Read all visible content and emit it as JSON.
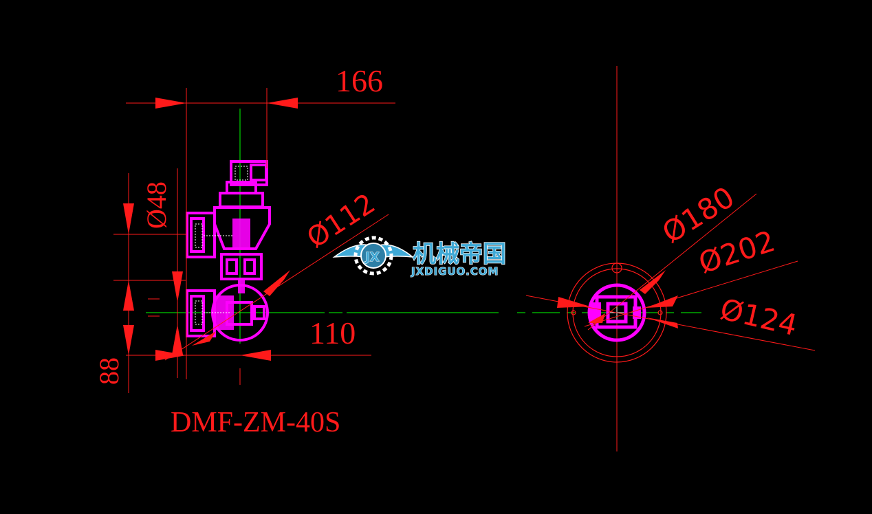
{
  "colors": {
    "background": "#000000",
    "dimension": "#ff1a1a",
    "part": "#ff00ff",
    "centerline": "#00ff00",
    "watermark": "#3fa9d6"
  },
  "drawing": {
    "model_label": "DMF-ZM-40S",
    "dimensions": {
      "width_top": "166",
      "height_upper": "Ø48",
      "diameter_inlet": "Ø112",
      "width_bottom": "110",
      "height_lower": "88",
      "diameter_180": "Ø180",
      "diameter_202": "Ø202",
      "diameter_124": "Ø124"
    }
  },
  "watermark": {
    "logo_text": "JX",
    "brand_cn": "机械帝国",
    "brand_en": "JXDIGUO.COM"
  }
}
